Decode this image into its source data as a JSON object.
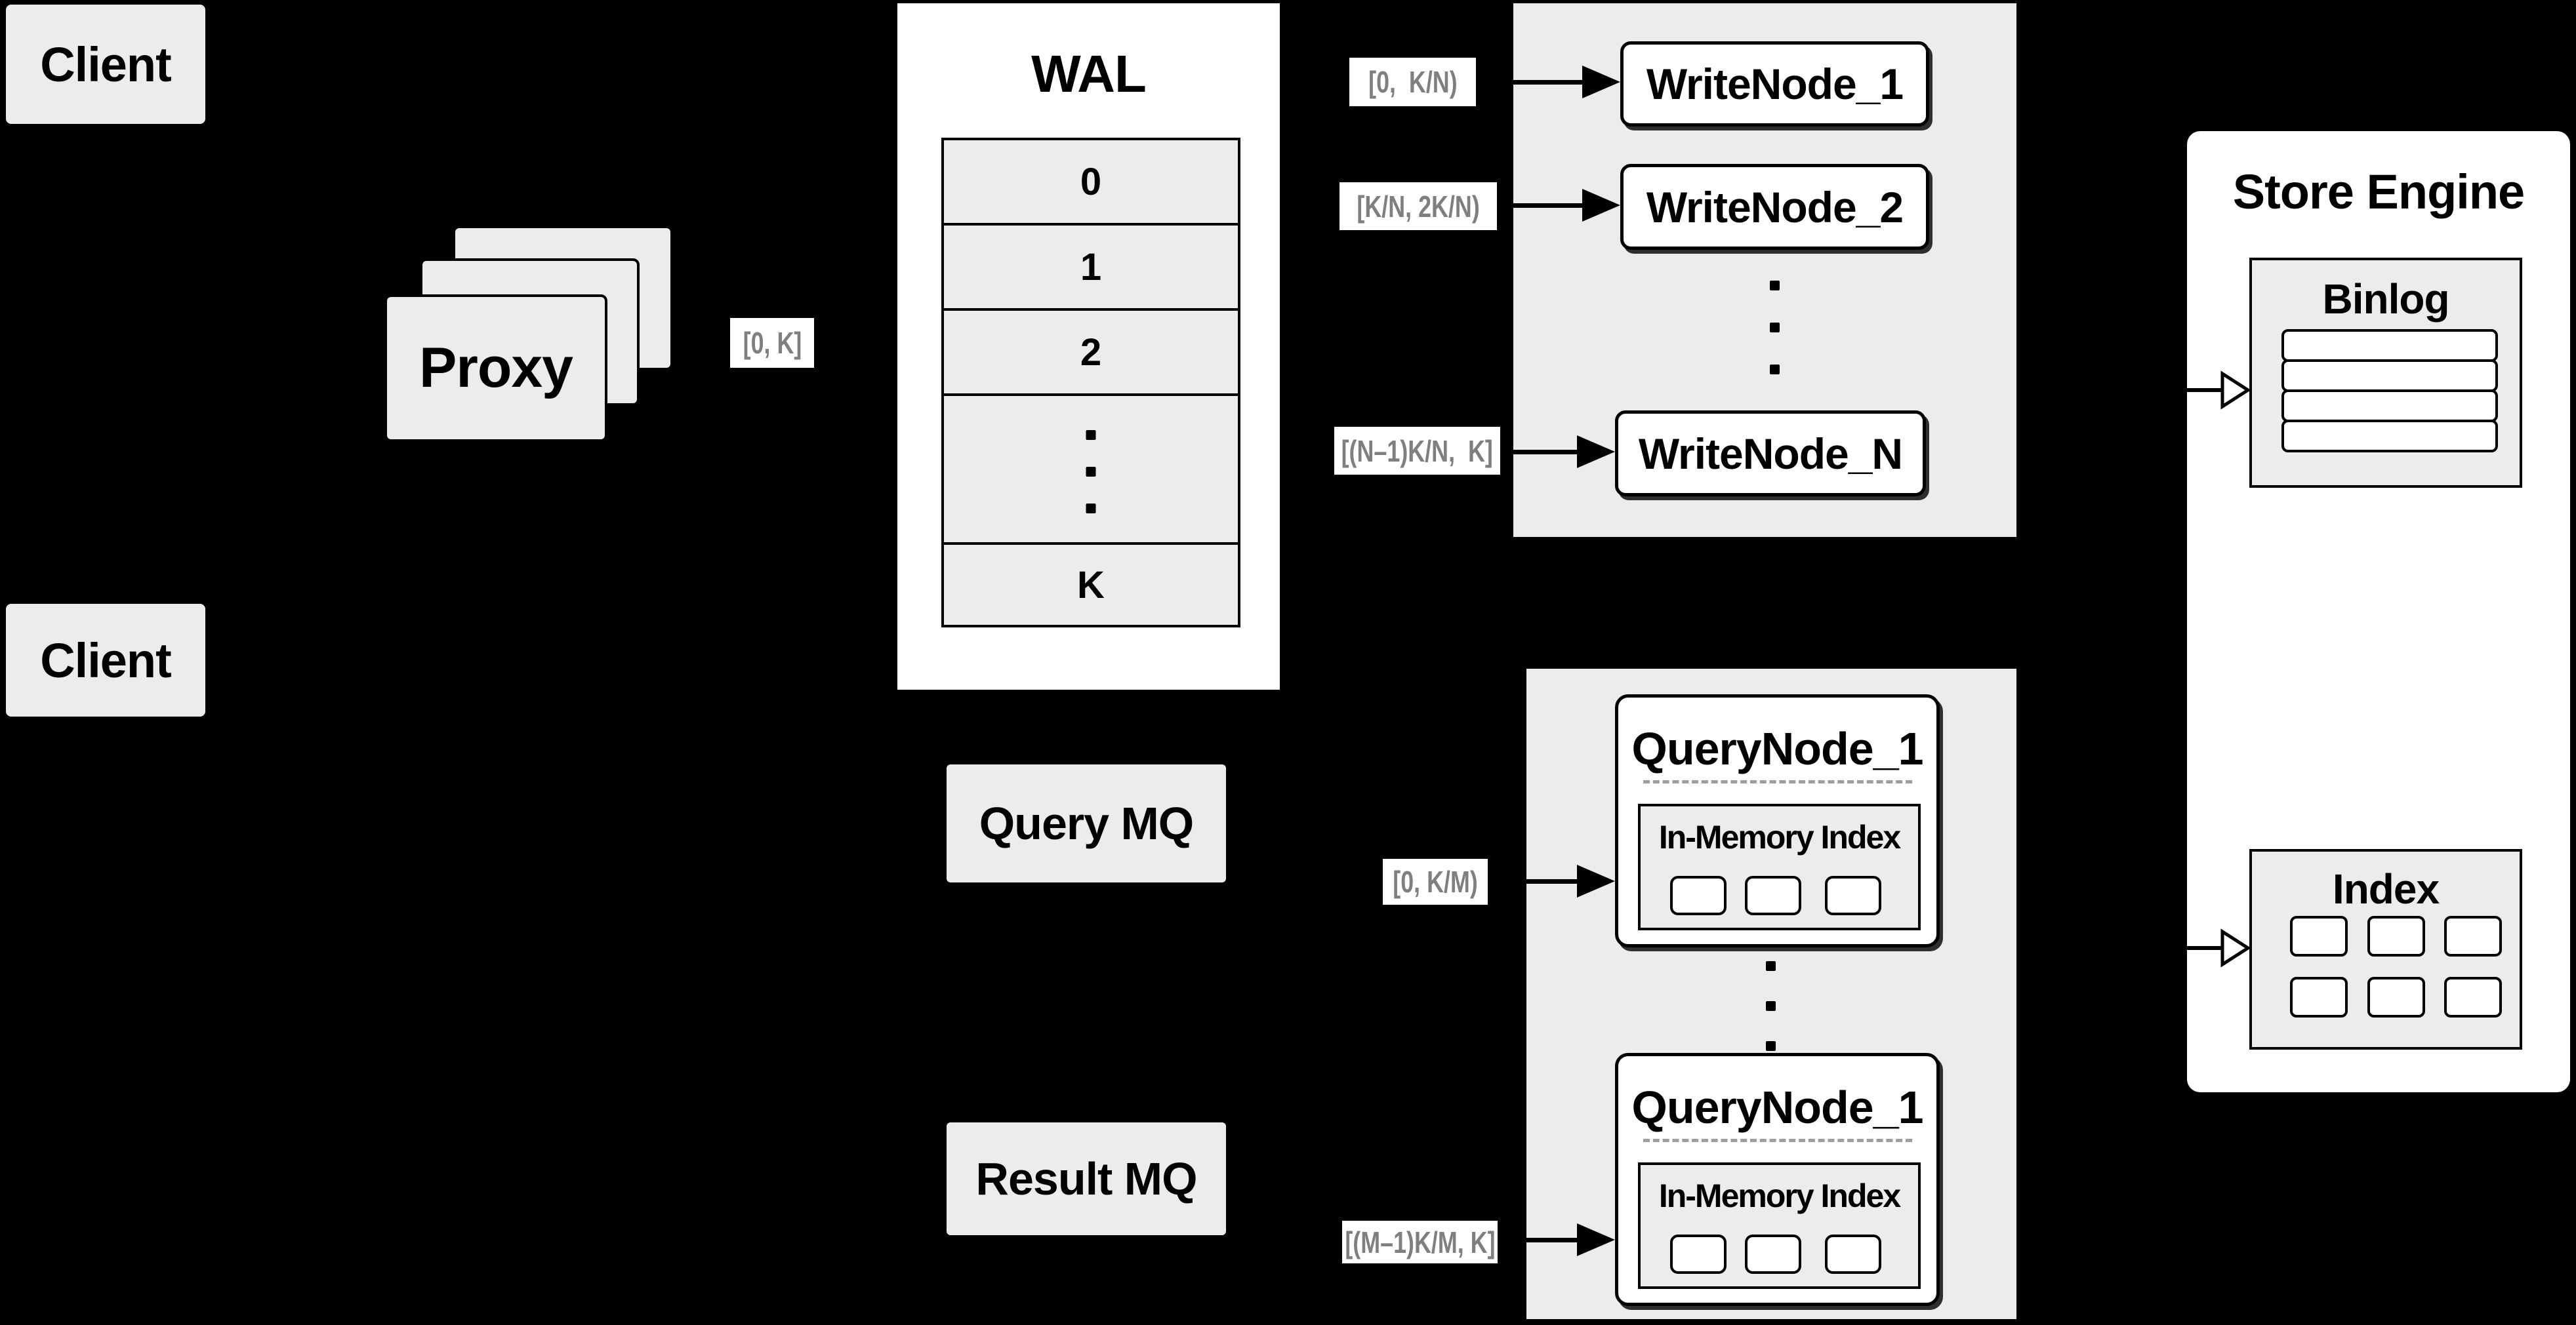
{
  "colors": {
    "background": "#000000",
    "panel_fill": "#ececec",
    "box_fill": "#ffffff",
    "border": "#000000",
    "range_label_text": "#7f7f7f"
  },
  "clients": {
    "top_label": "Client",
    "bottom_label": "Client"
  },
  "proxy": {
    "label": "Proxy"
  },
  "wal": {
    "title": "WAL",
    "rows": [
      "0",
      "1",
      "2"
    ],
    "last_row": "K"
  },
  "range_labels": {
    "proxy_out": "[0, K]",
    "write_1": "[0,  K/N)",
    "write_2": "[K/N, 2K/N)",
    "write_n": "[(N–1)K/N,  K]",
    "query_1": "[0, K/M)",
    "query_m": "[(M–1)K/M, K]"
  },
  "write_group": {
    "nodes": [
      "WriteNode_1",
      "WriteNode_2"
    ],
    "last_node": "WriteNode_N"
  },
  "mq": {
    "query": "Query MQ",
    "result": "Result MQ"
  },
  "query_group": {
    "node_top": {
      "title": "QueryNode_1",
      "inner_title": "In-Memory Index",
      "segment_count": 3
    },
    "node_bottom": {
      "title": "QueryNode_1",
      "inner_title": "In-Memory Index",
      "segment_count": 3
    }
  },
  "store_engine": {
    "title": "Store Engine",
    "binlog_title": "Binlog",
    "binlog_row_count": 4,
    "index_title": "Index",
    "index_cell_count": 6
  }
}
